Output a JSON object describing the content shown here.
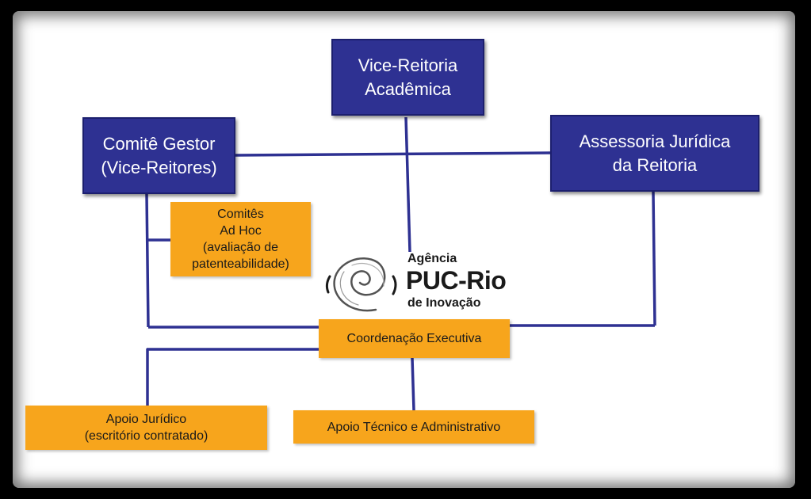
{
  "colors": {
    "primary_blue": "#2e3192",
    "accent_orange": "#f7a51c",
    "connector": "#2e3192"
  },
  "nodes": {
    "vice_reitoria": "Vice-Reitoria\nAcadêmica",
    "comite_gestor": "Comitê Gestor\n(Vice-Reitores)",
    "assessoria": "Assessoria Jurídica\nda Reitoria",
    "comites_ad_hoc": "Comitês\nAd Hoc\n(avaliação de\npatenteabilidade)",
    "coordenacao": "Coordenação Executiva",
    "apoio_juridico": "Apoio Jurídico\n(escritório contratado)",
    "apoio_tecnico": "Apoio Técnico e Administrativo"
  },
  "logo": {
    "line1": "Agência",
    "line2": "PUC-Rio",
    "line3": "de Inovação",
    "icon": "spiral-icon"
  }
}
